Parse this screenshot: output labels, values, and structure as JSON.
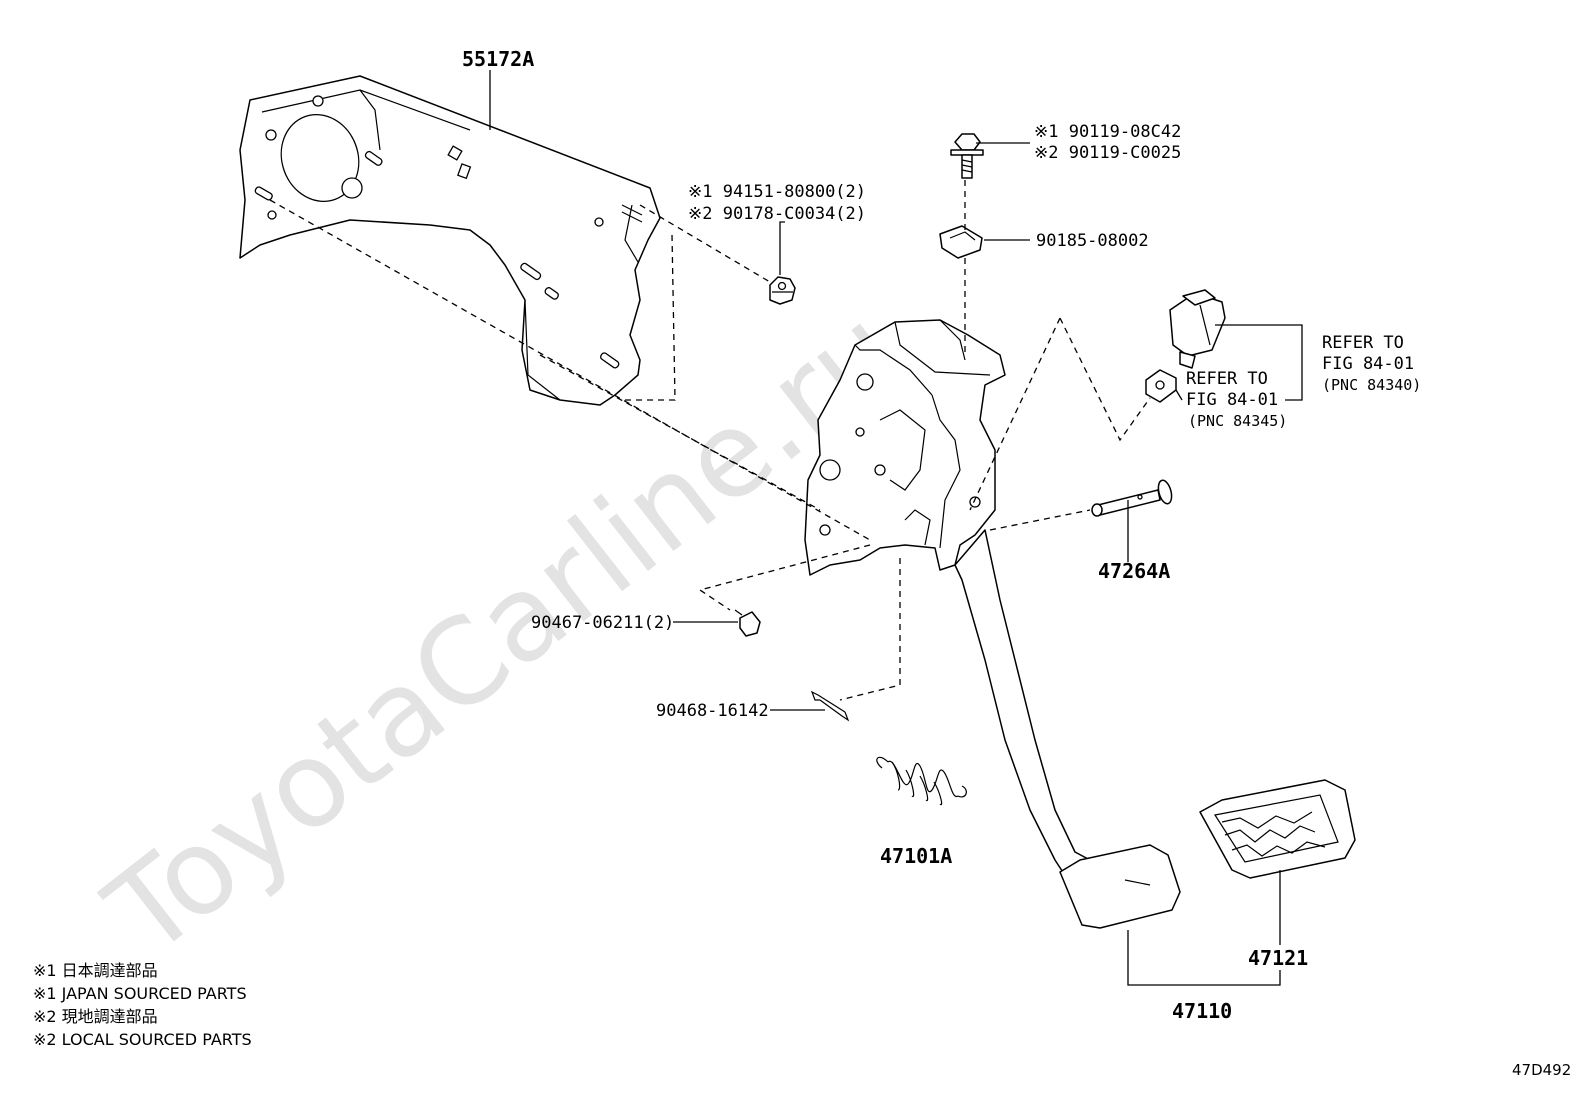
{
  "watermark": "ToyotaCarline.ru",
  "parts": {
    "bracket": "55172A",
    "bolt_1": "※1 90119-08C42",
    "bolt_2": "※2 90119-C0025",
    "nut_1": "※1 94151-80800(2)",
    "nut_2": "※2 90178-C0034(2)",
    "clip_nut": "90185-08002",
    "pin": "47264A",
    "cushion": "90467-06211(2)",
    "cotter_pin": "90468-16142",
    "spring": "47101A",
    "pedal_pad": "47121",
    "pedal_assy": "47110"
  },
  "refs": {
    "switch": {
      "line1": "REFER TO",
      "line2": "FIG 84-01",
      "line3": "(PNC 84340)"
    },
    "stopper": {
      "line1": "REFER TO",
      "line2": "FIG 84-01",
      "line3": "(PNC 84345)"
    }
  },
  "legend": [
    "※1 日本調達部品",
    "※1 JAPAN SOURCED PARTS",
    "※2 現地調達部品",
    "※2 LOCAL SOURCED PARTS"
  ],
  "diagram_code": "47D492"
}
